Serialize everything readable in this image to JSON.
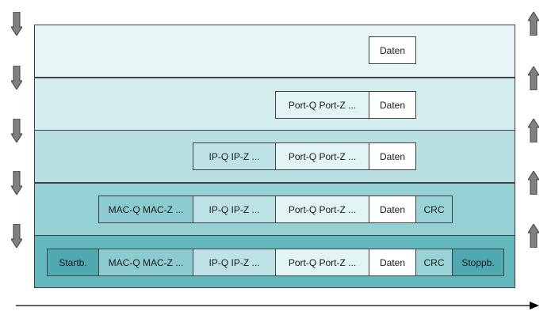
{
  "diagram": {
    "layers": [
      {
        "fill": "#e8f6f7",
        "cells": [
          {
            "key": "daten",
            "label": "Daten"
          }
        ]
      },
      {
        "fill": "#d4edef",
        "cells": [
          {
            "key": "port",
            "label": "Port-Q Port-Z ..."
          },
          {
            "key": "daten",
            "label": "Daten"
          }
        ]
      },
      {
        "fill": "#b8e0e3",
        "cells": [
          {
            "key": "ip",
            "label": "IP-Q IP-Z ..."
          },
          {
            "key": "port",
            "label": "Port-Q Port-Z ..."
          },
          {
            "key": "daten",
            "label": "Daten"
          }
        ]
      },
      {
        "fill": "#94d0d4",
        "cells": [
          {
            "key": "mac",
            "label": "MAC-Q MAC-Z ..."
          },
          {
            "key": "ip",
            "label": "IP-Q IP-Z ..."
          },
          {
            "key": "port",
            "label": "Port-Q Port-Z ..."
          },
          {
            "key": "daten",
            "label": "Daten"
          },
          {
            "key": "crc",
            "label": "CRC"
          }
        ]
      },
      {
        "fill": "#62b8bd",
        "cells": [
          {
            "key": "start",
            "label": "Startb."
          },
          {
            "key": "mac",
            "label": "MAC-Q MAC-Z ..."
          },
          {
            "key": "ip",
            "label": "IP-Q IP-Z ..."
          },
          {
            "key": "port",
            "label": "Port-Q Port-Z ..."
          },
          {
            "key": "daten",
            "label": "Daten"
          },
          {
            "key": "crc",
            "label": "CRC"
          },
          {
            "key": "stop",
            "label": "Stoppb."
          }
        ]
      }
    ],
    "cell_fills": {
      "start": "#4eaab0",
      "mac": "#8ccbcf",
      "ip": "#bde3e6",
      "port": "#e3f4f5",
      "daten": "#ffffff",
      "crc": "#9ad3d7",
      "stop": "#4eaab0"
    },
    "arrows": {
      "down_color": "#808080",
      "up_color": "#808080"
    }
  }
}
